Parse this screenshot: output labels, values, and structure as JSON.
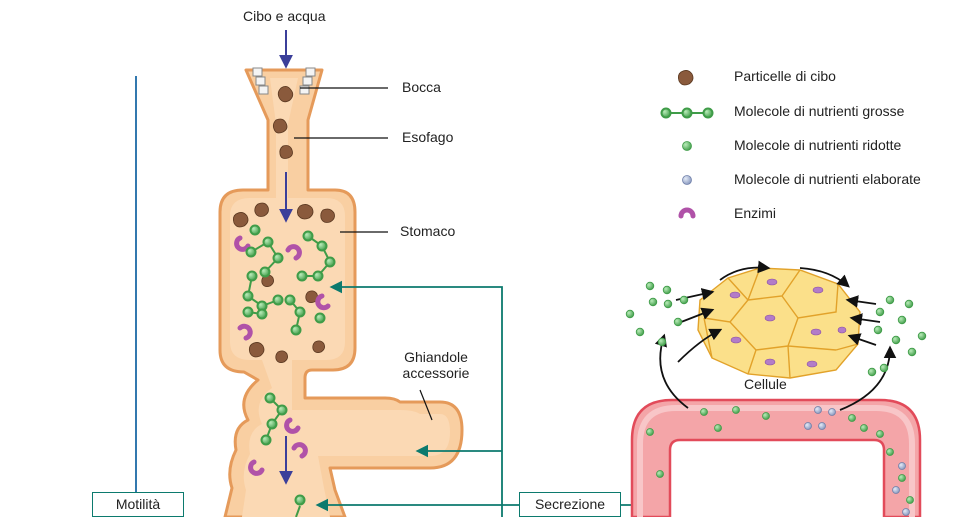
{
  "labels": {
    "food_water": "Cibo e acqua",
    "mouth": "Bocca",
    "esophagus": "Esofago",
    "stomach": "Stomaco",
    "accessory_glands_line1": "Ghiandole",
    "accessory_glands_line2": "accessorie",
    "cells": "Cellule",
    "motility": "Motilità",
    "secretion": "Secrezione"
  },
  "legend": [
    {
      "icon": "food-particle-icon",
      "label": "Particelle di cibo"
    },
    {
      "icon": "large-nutrient-molecule-icon",
      "label": "Molecole di nutrienti grosse"
    },
    {
      "icon": "reduced-nutrient-molecule-icon",
      "label": "Molecole di nutrienti ridotte"
    },
    {
      "icon": "processed-nutrient-molecule-icon",
      "label": "Molecole di nutrienti elaborate"
    },
    {
      "icon": "enzyme-icon",
      "label": "Enzimi"
    }
  ],
  "colors": {
    "tract_fill": "#f9cfa2",
    "tract_outline": "#e59a5a",
    "arrow_blue": "#3b3f9a",
    "secretion_teal": "#0c7a6e",
    "motility_blue": "#1b6aa6",
    "molecule_green": "#5dbb63",
    "processed_blue": "#a8b8d8",
    "enzyme_purple": "#b052a8",
    "food_brown": "#8a5a3c",
    "vessel_fill": "#f4a5a8",
    "cells_fill": "#f8d25c"
  }
}
